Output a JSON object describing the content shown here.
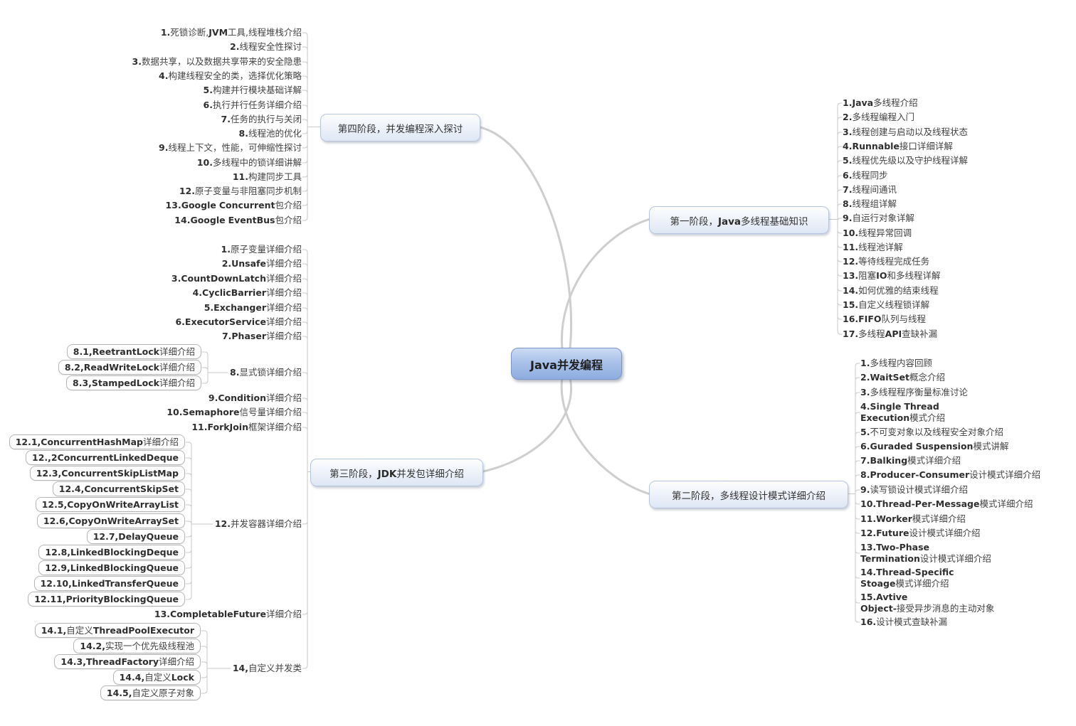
{
  "center": {
    "label": "Java并发编程"
  },
  "colors": {
    "center_fill_top": "#cadbf4",
    "center_fill_bottom": "#8dade0",
    "center_border": "#7996c7",
    "stage_fill": "#dde7f4",
    "stage_border": "#b6c5dd",
    "connector_line": "#c9c9c9",
    "text": "#424242"
  },
  "branches": [
    {
      "id": "stage4",
      "label": "第四阶段，并发编程深入探讨",
      "items": [
        "1.死锁诊断,JVM工具,线程堆栈介绍",
        "2.线程安全性探讨",
        "3.数据共享，以及数据共享带来的安全隐患",
        "4.构建线程安全的类，选择优化策略",
        "5.构建并行模块基础详解",
        "6.执行并行任务详细介绍",
        "7.任务的执行与关闭",
        "8.线程池的优化",
        "9.线程上下文，性能，可伸缩性探讨",
        "10.多线程中的锁详细讲解",
        "11.构建同步工具",
        "12.原子变量与非阻塞同步机制",
        "13.Google Concurrent包介绍",
        "14.Google EventBus包介绍"
      ]
    },
    {
      "id": "stage1",
      "label": "第一阶段，Java多线程基础知识",
      "items": [
        "1.Java多线程介绍",
        "2.多线程编程入门",
        "3.线程创建与启动以及线程状态",
        "4.Runnable接口详细详解",
        "5.线程优先级以及守护线程详解",
        "6.线程同步",
        "7.线程间通讯",
        "8.线程组详解",
        "9.自运行对象详解",
        "10.线程异常回调",
        "11.线程池详解",
        "12.等待线程完成任务",
        "13.阻塞IO和多线程详解",
        "14.如何优雅的结束线程",
        "15.自定义线程锁详解",
        "16.FIFO队列与线程",
        "17.多线程API查缺补漏"
      ]
    },
    {
      "id": "stage3",
      "label": "第三阶段，JDK并发包详细介绍",
      "items": [
        "1.原子变量详细介绍",
        "2.Unsafe详细介绍",
        "3.CountDownLatch详细介绍",
        "4.CyclicBarrier详细介绍",
        "5.Exchanger详细介绍",
        "6.ExecutorService详细介绍",
        "7.Phaser详细介绍",
        {
          "label": "8.显式锁详细介绍",
          "children": [
            "8.1,ReetrantLock详细介绍",
            "8.2,ReadWriteLock详细介绍",
            "8.3,StampedLock详细介绍"
          ]
        },
        "9.Condition详细介绍",
        "10.Semaphore信号量详细介绍",
        "11.ForkJoin框架详细介绍",
        {
          "label": "12.并发容器详细介绍",
          "children": [
            "12.1,ConcurrentHashMap详细介绍",
            "12.,2ConcurrentLinkedDeque",
            "12.3,ConcurrentSkipListMap",
            "12.4,ConcurrentSkipSet",
            "12.5,CopyOnWriteArrayList",
            "12.6,CopyOnWriteArraySet",
            "12.7,DelayQueue",
            "12.8,LinkedBlockingDeque",
            "12.9,LinkedBlockingQueue",
            "12.10,LinkedTransferQueue",
            "12.11,PriorityBlockingQueue"
          ]
        },
        "13.CompletableFuture详细介绍",
        {
          "label": "14,自定义并发类",
          "children": [
            "14.1,自定义ThreadPoolExecutor",
            "14.2,实现一个优先级线程池",
            "14.3,ThreadFactory详细介绍",
            "14.4,自定义Lock",
            "14.5,自定义原子对象"
          ]
        }
      ]
    },
    {
      "id": "stage2",
      "label": "第二阶段，多线程设计模式详细介绍",
      "items": [
        "1.多线程内容回顾",
        "2.WaitSet概念介绍",
        "3.多线程程序衡量标准讨论",
        "4.Single Thread\nExecution模式介绍",
        "5.不可变对象以及线程安全对象介绍",
        "6.Guraded Suspension模式讲解",
        "7.Balking模式详细介绍",
        "8.Producer-Consumer设计模式详细介绍",
        "9.读写锁设计模式详细介绍",
        "10.Thread-Per-Message模式详细介绍",
        "11.Worker模式详细介绍",
        "12.Future设计模式详细介绍",
        "13.Two-Phase\nTermination设计模式详细介绍",
        "14.Thread-Specific\nStoage模式详细介绍",
        "15.Avtive\nObject-接受异步消息的主动对象",
        "16.设计模式查缺补漏"
      ]
    }
  ]
}
